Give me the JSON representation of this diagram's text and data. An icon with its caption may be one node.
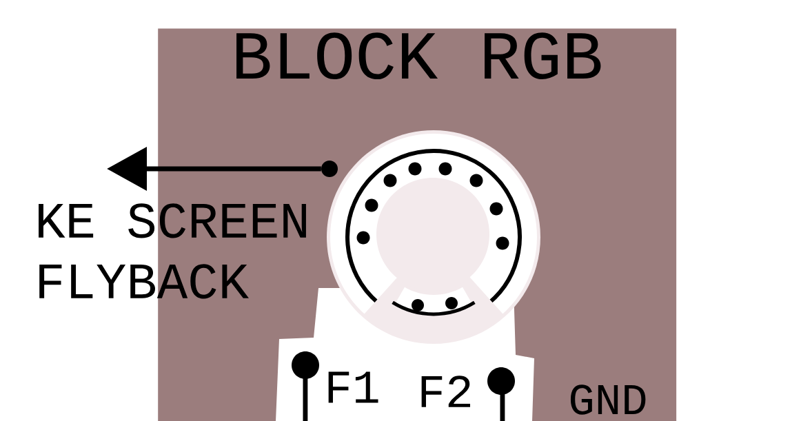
{
  "diagram": {
    "nodes": [
      {
        "text": [
          "BLOCK RGB"
        ]
      },
      {
        "text": [
          "KE SCREEN FLYBACK"
        ]
      },
      {
        "text": [],
        "shape": "circle",
        "in": 0
      }
    ],
    "edges": [
      {
        "from": 2,
        "to": 1,
        "arrow": "to"
      }
    ],
    "labels": [
      "F1",
      "F2",
      "GND"
    ]
  }
}
